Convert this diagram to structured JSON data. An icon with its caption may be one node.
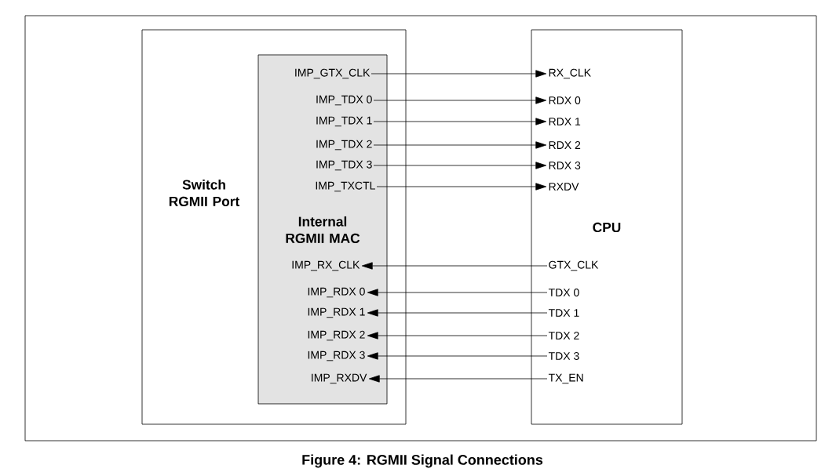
{
  "diagram": {
    "caption": "Figure 4: RGMII Signal Connections",
    "nodes": [
      {
        "text": [
          "Switch RGMII Port"
        ]
      },
      {
        "text": [
          "Internal RGMII MAC"
        ],
        "in": 0
      },
      {
        "text": [
          "CPU"
        ]
      },
      {
        "text": [
          "IMP_GTX_CLK"
        ],
        "in": 1
      },
      {
        "text": [
          "IMP_TDX 0"
        ],
        "in": 1
      },
      {
        "text": [
          "IMP_TDX 1"
        ],
        "in": 1
      },
      {
        "text": [
          "IMP_TDX 2"
        ],
        "in": 1
      },
      {
        "text": [
          "IMP_TDX 3"
        ],
        "in": 1
      },
      {
        "text": [
          "IMP_TXCTL"
        ],
        "in": 1
      },
      {
        "text": [
          "IMP_RX_CLK"
        ],
        "in": 1
      },
      {
        "text": [
          "IMP_RDX 0"
        ],
        "in": 1
      },
      {
        "text": [
          "IMP_RDX 1"
        ],
        "in": 1
      },
      {
        "text": [
          "IMP_RDX 2"
        ],
        "in": 1
      },
      {
        "text": [
          "IMP_RDX 3"
        ],
        "in": 1
      },
      {
        "text": [
          "IMP_RXDV"
        ],
        "in": 1
      },
      {
        "text": [
          "RX_CLK"
        ],
        "in": 2
      },
      {
        "text": [
          "RDX 0"
        ],
        "in": 2
      },
      {
        "text": [
          "RDX 1"
        ],
        "in": 2
      },
      {
        "text": [
          "RDX 2"
        ],
        "in": 2
      },
      {
        "text": [
          "RDX 3"
        ],
        "in": 2
      },
      {
        "text": [
          "RXDV"
        ],
        "in": 2
      },
      {
        "text": [
          "GTX_CLK"
        ],
        "in": 2
      },
      {
        "text": [
          "TDX 0"
        ],
        "in": 2
      },
      {
        "text": [
          "TDX 1"
        ],
        "in": 2
      },
      {
        "text": [
          "TDX 2"
        ],
        "in": 2
      },
      {
        "text": [
          "TDX 3"
        ],
        "in": 2
      },
      {
        "text": [
          "TX_EN"
        ],
        "in": 2
      }
    ],
    "edges": [
      {
        "from": 3,
        "to": 15,
        "arrow": "to"
      },
      {
        "from": 4,
        "to": 16,
        "arrow": "to"
      },
      {
        "from": 5,
        "to": 17,
        "arrow": "to"
      },
      {
        "from": 6,
        "to": 18,
        "arrow": "to"
      },
      {
        "from": 7,
        "to": 19,
        "arrow": "to"
      },
      {
        "from": 8,
        "to": 20,
        "arrow": "to"
      },
      {
        "from": 21,
        "to": 9,
        "arrow": "to"
      },
      {
        "from": 22,
        "to": 10,
        "arrow": "to"
      },
      {
        "from": 23,
        "to": 11,
        "arrow": "to"
      },
      {
        "from": 24,
        "to": 12,
        "arrow": "to"
      },
      {
        "from": 25,
        "to": 13,
        "arrow": "to"
      },
      {
        "from": 26,
        "to": 14,
        "arrow": "to"
      }
    ]
  }
}
